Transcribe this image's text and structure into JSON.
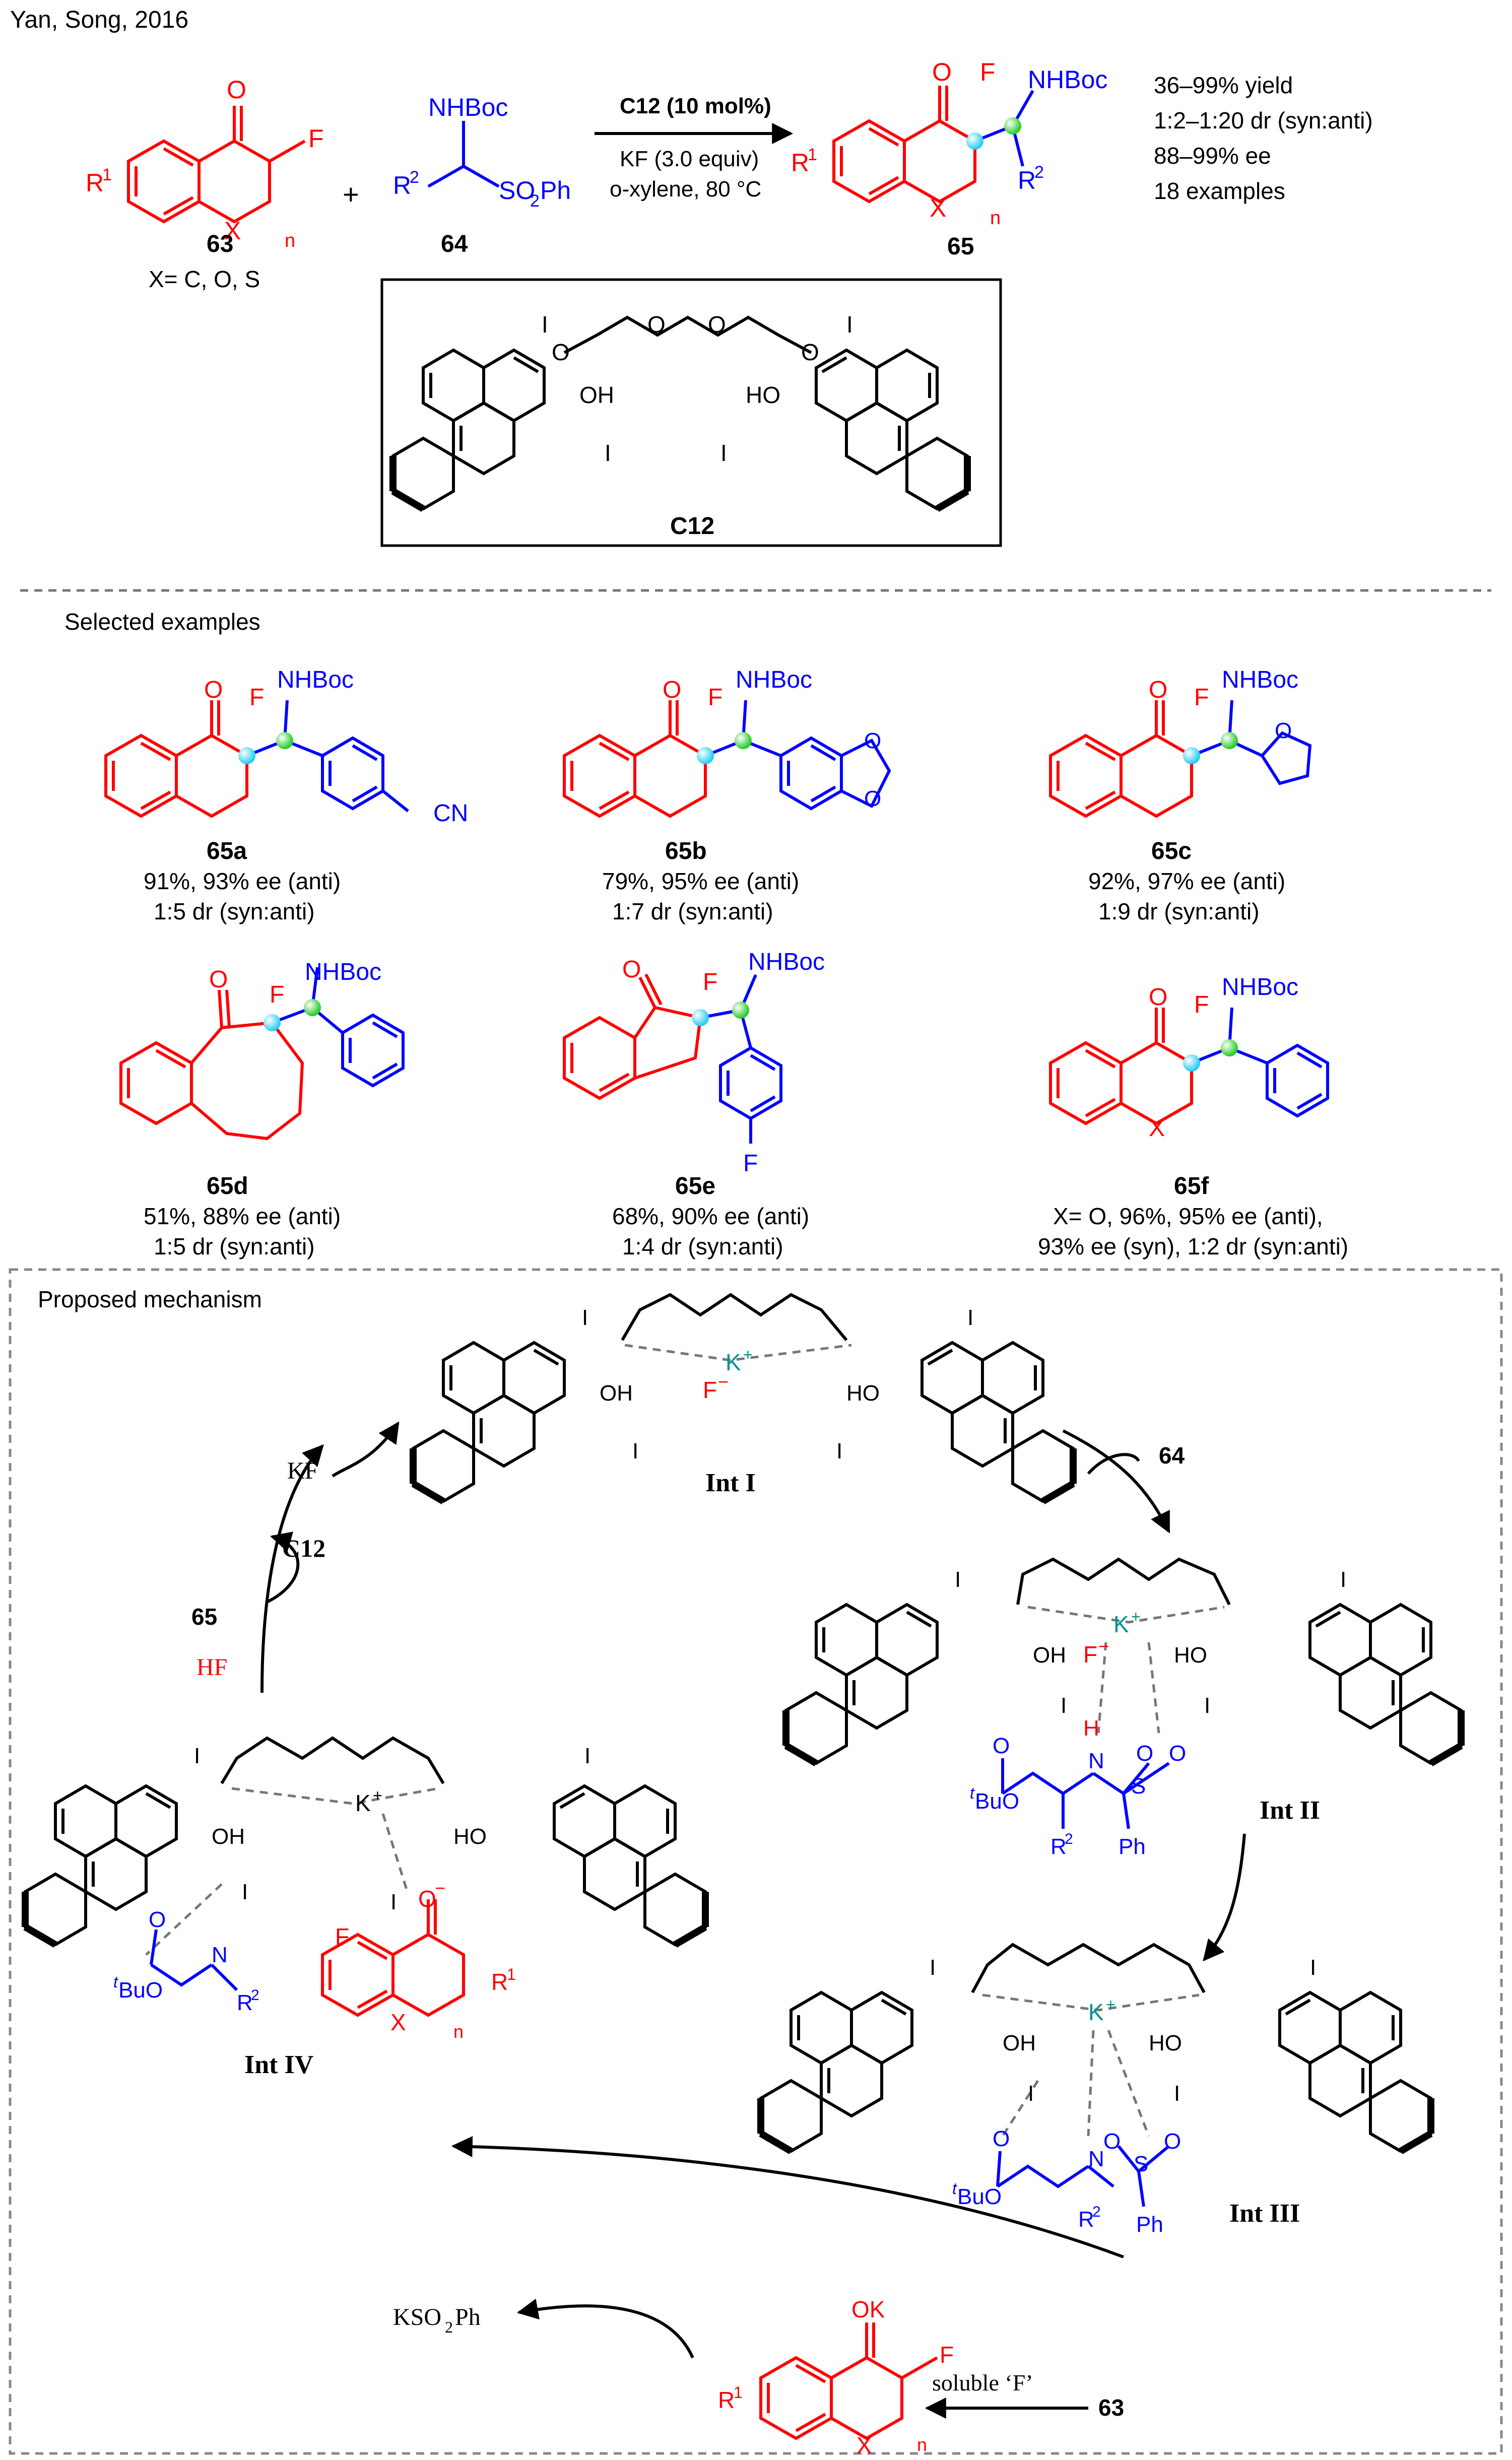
{
  "header": {
    "citation": "Yan, Song, 2016",
    "reagent1_label": "63",
    "reagent1_note": "X= C, O, S",
    "reagent2_label": "64",
    "product_label": "65",
    "plus": "+",
    "conditions": [
      "C12 (10 mol%)",
      "KF (3.0 equiv)",
      "o-xylene, 80 °C"
    ],
    "results": [
      "36–99% yield",
      "1:2–1:20 dr (syn:anti)",
      "88–99% ee",
      "18 examples"
    ]
  },
  "catalyst": {
    "label": "C12"
  },
  "atoms": {
    "O": "O",
    "F": "F",
    "NHBoc": "NHBoc",
    "R1": "R",
    "R1_sup": "1",
    "R2": "R",
    "R2_sup": "2",
    "X": "X",
    "n": "n",
    "SO2Ph": "SO",
    "SO2Ph_sub": "2",
    "SO2Ph_tail": "Ph",
    "I": "I",
    "OH": "OH",
    "HO": "HO",
    "CN": "CN",
    "K": "K",
    "Kplus": "+",
    "Fminus": "−",
    "H": "H",
    "N": "N",
    "S": "S",
    "Ph": "Ph",
    "tBuO": "BuO",
    "t": "t",
    "OK": "OK"
  },
  "examples_section": {
    "title": "Selected examples",
    "items": [
      {
        "id": "65a",
        "line1": "91%, 93% ee (anti)",
        "line2": "1:5 dr (syn:anti)"
      },
      {
        "id": "65b",
        "line1": "79%, 95% ee (anti)",
        "line2": "1:7 dr (syn:anti)"
      },
      {
        "id": "65c",
        "line1": "92%, 97% ee (anti)",
        "line2": "1:9 dr (syn:anti)"
      },
      {
        "id": "65d",
        "line1": "51%, 88% ee (anti)",
        "line2": "1:5 dr (syn:anti)"
      },
      {
        "id": "65e",
        "line1": "68%, 90% ee (anti)",
        "line2": "1:4 dr (syn:anti)"
      },
      {
        "id": "65f",
        "line1": "X= O, 96%, 95% ee (anti),",
        "line2": "93% ee (syn), 1:2 dr (syn:anti)"
      }
    ]
  },
  "mechanism": {
    "title": "Proposed mechanism",
    "intermediates": [
      "Int I",
      "Int II",
      "Int III",
      "Int IV"
    ],
    "catalyst": "C12",
    "reagents": {
      "kf": "KF",
      "r64": "64",
      "r65": "65",
      "hf": "HF",
      "kso2ph_main": "KSO",
      "kso2ph_sub": "2",
      "kso2ph_tail": "Ph",
      "soluble_f": "soluble ‘F’",
      "r63": "63"
    }
  },
  "colors": {
    "substrate": "#ff0000",
    "reagent": "#0000ff",
    "potassium": "#009090",
    "stereo_f": "#33ddee",
    "stereo_n": "#33dd33"
  }
}
